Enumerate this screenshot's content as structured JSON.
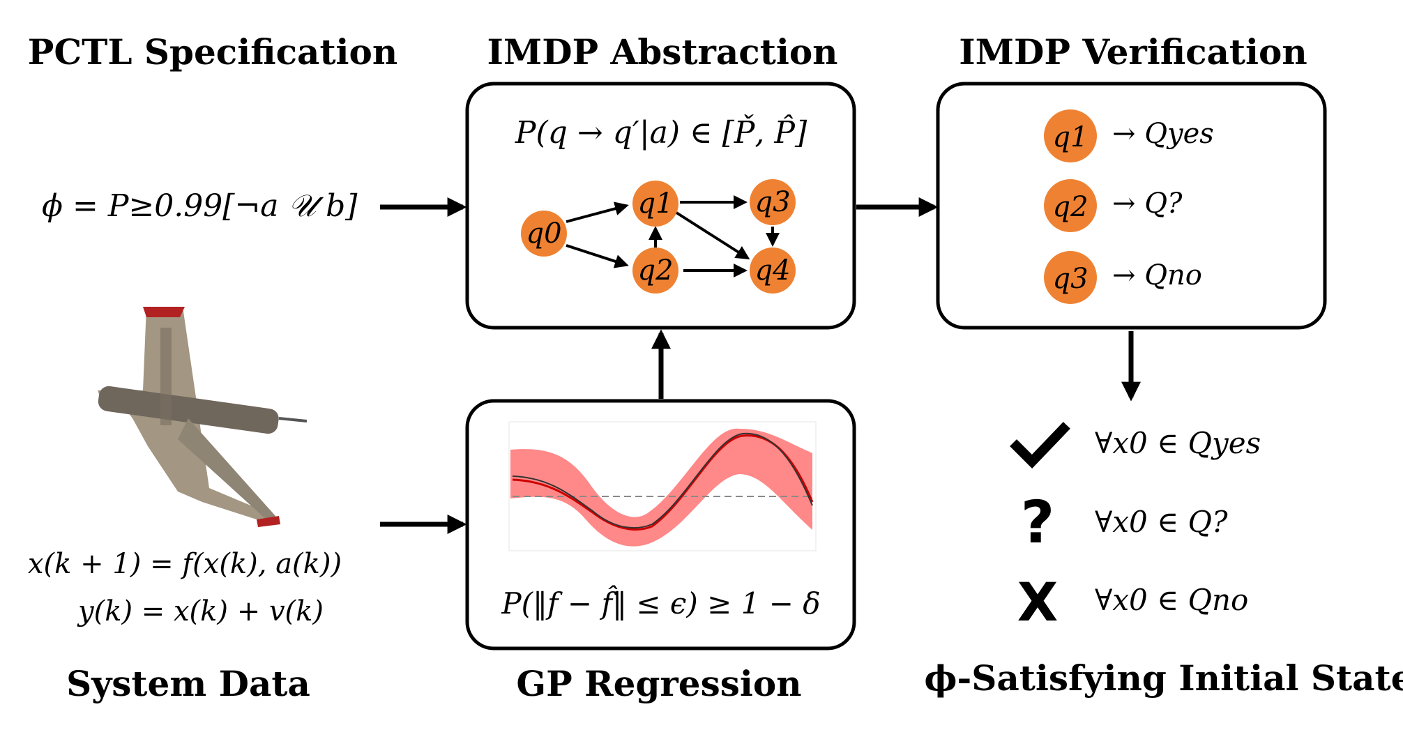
{
  "titles": {
    "pctl": "PCTL Specification",
    "imdp_abs": "IMDP Abstraction",
    "imdp_ver": "IMDP Verification",
    "system": "System Data",
    "gp": "GP Regression",
    "sat": "ϕ-Satisfying Initial States"
  },
  "formulas": {
    "phi": "ϕ = P≥0.99[¬a 𝒰 b]",
    "transition": "P(q → q′|a) ∈ [P̌, P̂]",
    "dyn1": "x(k + 1) = f(x(k), a(k))",
    "dyn2": "y(k) = x(k) + v(k)",
    "gp_bound": "P(‖f − f̂‖ ≤ ϵ) ≥ 1 − δ"
  },
  "graph_nodes": [
    "q0",
    "q1",
    "q2",
    "q3",
    "q4"
  ],
  "verification": [
    {
      "node": "q1",
      "result": "→ Qyes"
    },
    {
      "node": "q2",
      "result": "→ Q?"
    },
    {
      "node": "q3",
      "result": "→ Qno"
    }
  ],
  "initial_states": [
    {
      "symbol": "check-icon",
      "text": "∀x0 ∈ Qyes"
    },
    {
      "symbol": "?",
      "text": "∀x0 ∈ Q?"
    },
    {
      "symbol": "X",
      "text": "∀x0 ∈ Qno"
    }
  ],
  "colors": {
    "node": "#ef8232",
    "gp_band": "#ff7b7b",
    "gp_mean": "#cc0000"
  }
}
